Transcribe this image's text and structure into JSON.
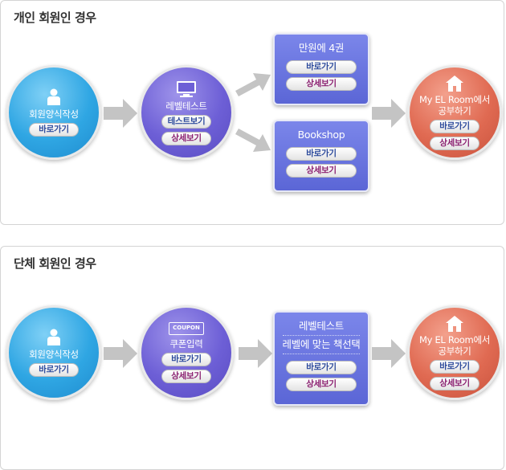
{
  "individual": {
    "title": "개인 회원인 경우",
    "step1": {
      "label": "회원양식작성",
      "btn": "바로가기"
    },
    "step2": {
      "label": "레벨테스트",
      "btn1": "테스트보기",
      "btn2": "상세보기"
    },
    "option_a": {
      "label": "만원에 4권",
      "btn1": "바로가기",
      "btn2": "상세보기"
    },
    "option_b": {
      "label": "Bookshop",
      "btn1": "바로가기",
      "btn2": "상세보기"
    },
    "final": {
      "label_line1": "My EL Room에서",
      "label_line2": "공부하기",
      "btn1": "바로가기",
      "btn2": "상세보기"
    }
  },
  "group": {
    "title": "단체 회원인 경우",
    "step1": {
      "label": "회원양식작성",
      "btn": "바로가기"
    },
    "step2": {
      "icon_text": "COUPON",
      "label": "쿠폰입력",
      "btn1": "바로가기",
      "btn2": "상세보기"
    },
    "step3": {
      "label_line1": "레벨테스트",
      "label_line2": "레벨에 맞는 책선택",
      "btn1": "바로가기",
      "btn2": "상세보기"
    },
    "final": {
      "label_line1": "My EL Room에서",
      "label_line2": "공부하기",
      "btn1": "바로가기",
      "btn2": "상세보기"
    }
  },
  "colors": {
    "blue": "#2fa6e3",
    "purple": "#6d5fd6",
    "red": "#e06a52",
    "box": "#6570e0",
    "arrow": "#c4c4c4"
  },
  "icons": [
    "person-icon",
    "monitor-icon",
    "home-icon",
    "coupon-icon",
    "arrow-right-icon"
  ]
}
